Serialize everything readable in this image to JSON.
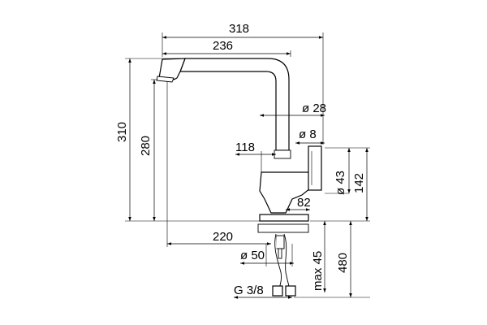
{
  "dimensions": {
    "width_total": "318",
    "width_spout": "236",
    "height_total": "310",
    "height_spout": "280",
    "spout_diameter": "ø 28",
    "lever_diameter": "ø 8",
    "body_height": "118",
    "body_diameter": "ø 43",
    "body_total": "142",
    "lever_offset": "82",
    "reach": "220",
    "base_diameter": "ø 50",
    "max_thickness": "max 45",
    "hose_length": "480",
    "connection_thread": "G 3/8"
  }
}
